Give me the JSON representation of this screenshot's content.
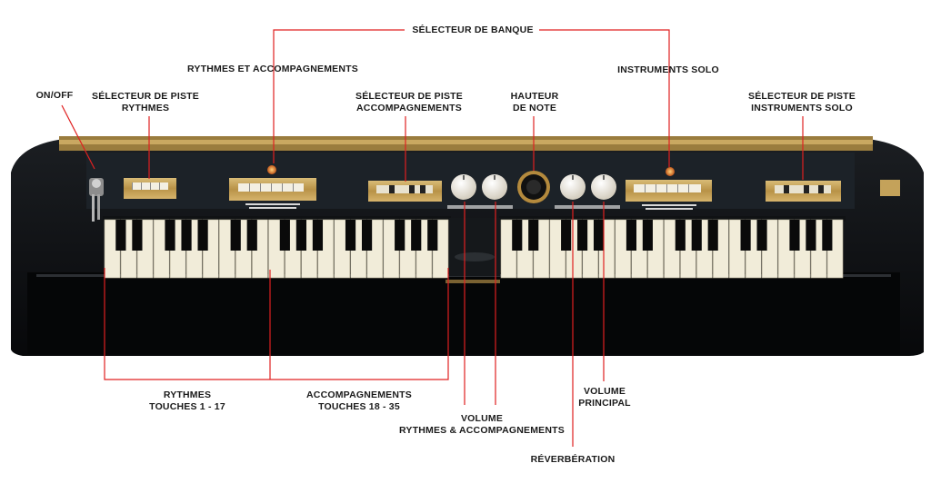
{
  "colors": {
    "leader_line": "#e02020",
    "organ_body": "#0d0f12",
    "brass_panel": "#c7a55e",
    "white_key": "#f1ecd9",
    "black_key": "#0a0a0a"
  },
  "labels": {
    "bank_selector": "SÉLECTEUR DE BANQUE",
    "rhythms_accomp": "RYTHMES ET ACCOMPAGNEMENTS",
    "solo_instruments": "INSTRUMENTS SOLO",
    "on_off": "ON/OFF",
    "track_rhythms_1": "SÉLECTEUR DE PISTE",
    "track_rhythms_2": "RYTHMES",
    "track_accomp_1": "SÉLECTEUR DE PISTE",
    "track_accomp_2": "ACCOMPAGNEMENTS",
    "pitch_1": "HAUTEUR",
    "pitch_2": "DE NOTE",
    "track_solo_1": "SÉLECTEUR DE PISTE",
    "track_solo_2": "INSTRUMENTS SOLO",
    "rhythm_keys_1": "RYTHMES",
    "rhythm_keys_2": "TOUCHES 1 - 17",
    "accomp_keys_1": "ACCOMPAGNEMENTS",
    "accomp_keys_2": "TOUCHES 18 - 35",
    "volume_ra_1": "VOLUME",
    "volume_ra_2": "RYTHMES & ACCOMPAGNEMENTS",
    "reverb": "RÉVERBÉRATION",
    "main_volume_1": "VOLUME",
    "main_volume_2": "PRINCIPAL"
  }
}
